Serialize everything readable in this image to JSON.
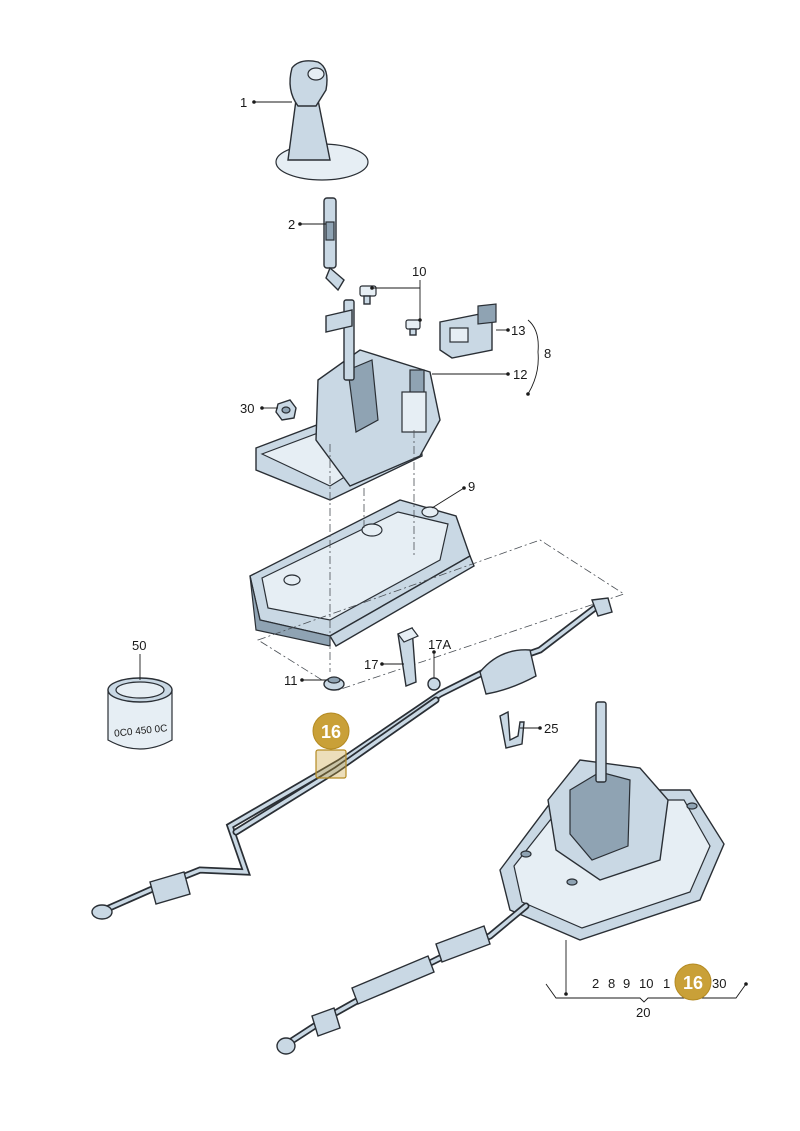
{
  "callouts": {
    "c1": "1",
    "c2": "2",
    "c10": "10",
    "c13": "13",
    "c8": "8",
    "c12": "12",
    "c30": "30",
    "c9": "9",
    "c50": "50",
    "c17": "17",
    "c17a": "17A",
    "c11": "11",
    "c25": "25",
    "c20": "20"
  },
  "bottom_list": {
    "n2": "2",
    "n8": "8",
    "n9": "9",
    "n10": "10",
    "n1": "1",
    "n30": "30"
  },
  "badges": {
    "upper": "16",
    "lower": "16"
  },
  "part_markings": {
    "can_text": "0C0 450 0C"
  },
  "colors": {
    "part": "#c9d8e4",
    "badge": "#c9a038"
  }
}
